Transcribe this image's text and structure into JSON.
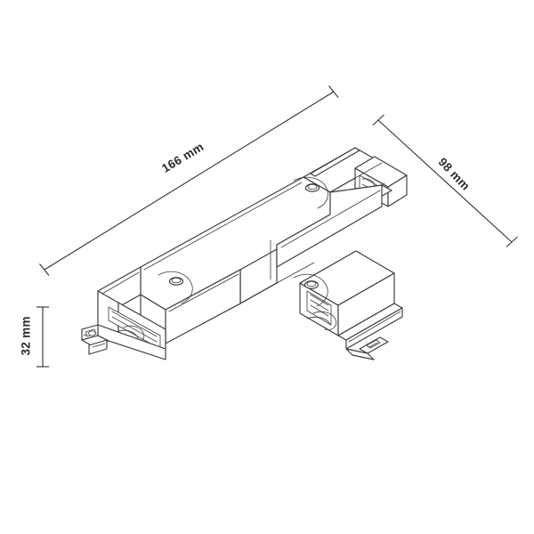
{
  "drawing": {
    "title": "3-way T track connector technical drawing",
    "type": "isometric-line-drawing",
    "background_color": "#ffffff",
    "line_color": "#3a3a3a",
    "text_color": "#2b2b2b"
  },
  "dimensions": {
    "length": {
      "value": "166 mm",
      "number": 166,
      "unit": "mm",
      "orientation": "diagonal-upper-left",
      "rotation_deg": -31.2
    },
    "depth": {
      "value": "98 mm",
      "number": 98,
      "unit": "mm",
      "orientation": "diagonal-upper-right",
      "rotation_deg": 46.5
    },
    "height": {
      "value": "32 mm",
      "number": 32,
      "unit": "mm",
      "orientation": "vertical-left",
      "rotation_deg": -90
    }
  },
  "features": {
    "screw_hole_count": 3,
    "terminal_count": 3,
    "terminal_labels": [
      "left-arm-terminal",
      "right-arm-terminal",
      "top-arm-terminal"
    ]
  }
}
